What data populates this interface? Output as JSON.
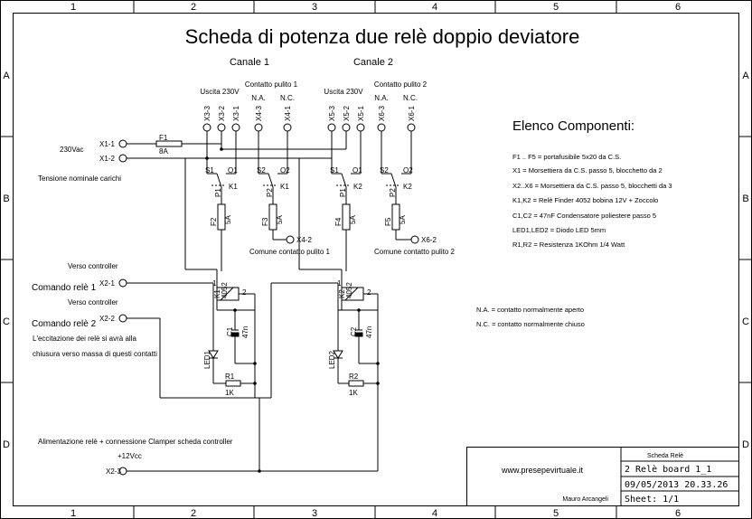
{
  "title": "Scheda di potenza due relè doppio deviatore",
  "frame": {
    "columns": [
      "1",
      "2",
      "3",
      "4",
      "5",
      "6"
    ],
    "rows": [
      "A",
      "B",
      "C",
      "D"
    ]
  },
  "channels": {
    "ch1": "Canale 1",
    "ch2": "Canale 2"
  },
  "headers": {
    "uscita1": "Uscita 230V",
    "contatto1": "Contatto pulito 1",
    "uscita2": "Uscita 230V",
    "contatto2": "Contatto pulito 2",
    "na1": "N.A.",
    "nc1": "N.C.",
    "na2": "N.A.",
    "nc2": "N.C."
  },
  "terminals": {
    "x3_3": "X3-3",
    "x3_2": "X3-2",
    "x3_1": "X3-1",
    "x4_3": "X4-3",
    "x4_1": "X4-1",
    "x5_3": "X5-3",
    "x5_2": "X5-2",
    "x5_1": "X5-1",
    "x6_3": "X6-3",
    "x6_1": "X6-1",
    "x1_1": "X1-1",
    "x1_2": "X1-2",
    "x4_2": "X4-2",
    "x6_2": "X6-2",
    "x2_1": "X2-1",
    "x2_2": "X2-2",
    "x2_3": "X2-3"
  },
  "left_labels": {
    "v230": "230Vac",
    "tensione": "Tensione nominale carichi",
    "verso1": "Verso controller",
    "comando1": "Comando relè 1",
    "verso2": "Verso controller",
    "comando2": "Comando relè 2",
    "ecc1": "L'eccitazione dei relè si avrà alla",
    "ecc2": "chiusura verso massa di questi contatti",
    "alim": "Alimentazione relè + connessione Clamper scheda controller",
    "v12": "+12Vcc"
  },
  "parts": {
    "f1": "F1",
    "f1v": "8A",
    "f2": "F2",
    "f3": "F3",
    "f4": "F4",
    "f5": "F5",
    "fv": "5A",
    "k1": "K1",
    "k2": "K2",
    "p1": "P1",
    "p2": "P2",
    "s1": "S1",
    "s2": "S2",
    "o1": "O1",
    "o2": "O2",
    "k1c": "K1",
    "k1m": "4052",
    "k2c": "K2",
    "k2m": "4052",
    "c1": "C1",
    "c2": "C2",
    "cval": "47n",
    "led1": "LED1",
    "led2": "LED2",
    "r1": "R1",
    "r2": "R2",
    "rval": "1K",
    "pin1": "1",
    "pin2": "2"
  },
  "common": {
    "c1": "Comune contatto pulito 1",
    "c2": "Comune contatto pulito 2"
  },
  "components": {
    "heading": "Elenco Componenti:",
    "items": [
      "F1 .. F5 = portafusibile 5x20 da C.S.",
      "X1  = Morsettiera da C.S. passo 5, blocchetto da 2",
      "X2..X6  = Morsettiera da C.S. passo 5, blocchetti da 3",
      "K1,K2 = Relè Finder 4052 bobina 12V + Zoccolo",
      "C1,C2 = 47nF Condensatore poliestere passo 5",
      "LED1,LED2 = Diodo LED 5mm",
      "R1,R2 = Resistenza 1KOhm 1/4 Watt"
    ]
  },
  "notes": {
    "na": "N.A. = contatto normalmente aperto",
    "nc": "N.C. = contatto normalmente chiuso"
  },
  "titleblock": {
    "site": "www.presepevirtuale.it",
    "author": "Mauro Arcangeli",
    "name_label": "Scheda Relè",
    "board": "2 Relè board 1_1",
    "date": "09/05/2013 20.33.26",
    "sheet": "Sheet: 1/1"
  }
}
